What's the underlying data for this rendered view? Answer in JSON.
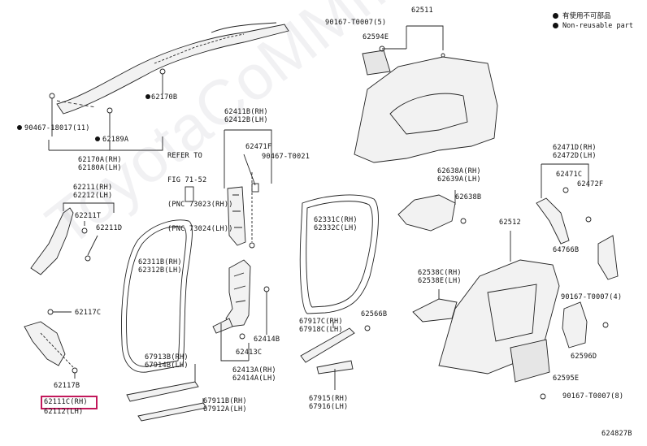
{
  "legend": {
    "items": [
      "有使用不可部品",
      "Non-reusable part"
    ]
  },
  "watermark": "ToyotaCoMMme.ru",
  "diagram_id": "624827B",
  "highlight_color": "#c2185b",
  "refer": {
    "line1": "REFER TO",
    "line2": "FIG 71-52",
    "line3": "(PNC 73023(RH))",
    "line4": "(PNC 73024(LH))"
  },
  "labels": {
    "p90167_5": "90167-T0007(5)",
    "p62511": "62511",
    "p62594E": "62594E",
    "p62170B": "62170B",
    "p90467_18017": "90467-18017(11)",
    "p62189A": "62189A",
    "p62170A": "62170A(RH)",
    "p62180A": "62180A(LH)",
    "p62411B": "62411B(RH)",
    "p62412B": "62412B(LH)",
    "p62471F": "62471F",
    "p90467_T0021": "90467-T0021",
    "p62211": "62211(RH)",
    "p62212": "62212(LH)",
    "p62211T": "62211T",
    "p62211D": "62211D",
    "p62311B": "62311B(RH)",
    "p62312B": "62312B(LH)",
    "p62331C": "62331C(RH)",
    "p62332C": "62332C(LH)",
    "p62638A": "62638A(RH)",
    "p62639A": "62639A(LH)",
    "p62638B": "62638B",
    "p62471D": "62471D(RH)",
    "p62472D": "62472D(LH)",
    "p62471C": "62471C",
    "p62472F": "62472F",
    "p64766B": "64766B",
    "p62512": "62512",
    "p62538C": "62538C(RH)",
    "p62538E": "62538E(LH)",
    "p90167_4": "90167-T0007(4)",
    "p62117C": "62117C",
    "p62566B": "62566B",
    "p67917C": "67917C(RH)",
    "p67918C": "67918C(LH)",
    "p62414B": "62414B",
    "p62413C": "62413C",
    "p62413A": "62413A(RH)",
    "p62414A": "62414A(LH)",
    "p67913B": "67913B(RH)",
    "p67914B": "67914B(LH)",
    "p62596D": "62596D",
    "p62595E": "62595E",
    "p62117B": "62117B",
    "p62111C": "62111C(RH)",
    "p62112": "62112(LH)",
    "p67911B": "67911B(RH)",
    "p67912A": "67912A(LH)",
    "p67915": "67915(RH)",
    "p67916": "67916(LH)",
    "p90167_8": "90167-T0007(8)"
  }
}
